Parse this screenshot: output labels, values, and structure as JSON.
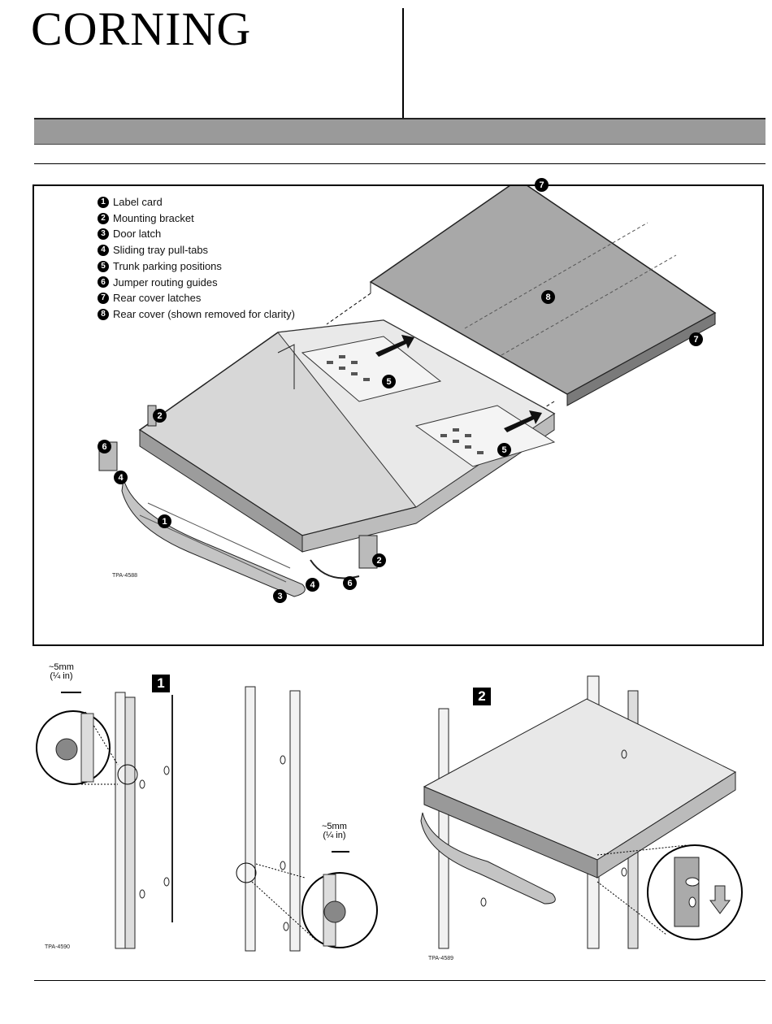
{
  "header": {
    "logo_text": "CORNING"
  },
  "figure_top": {
    "legend": [
      {
        "num": "1",
        "label": "Label card"
      },
      {
        "num": "2",
        "label": "Mounting bracket"
      },
      {
        "num": "3",
        "label": "Door latch"
      },
      {
        "num": "4",
        "label": "Sliding tray pull-tabs"
      },
      {
        "num": "5",
        "label": "Trunk parking positions"
      },
      {
        "num": "6",
        "label": "Jumper routing guides"
      },
      {
        "num": "7",
        "label": "Rear cover latches"
      },
      {
        "num": "8",
        "label": "Rear cover (shown removed for clarity)"
      }
    ],
    "tpa_label": "TPA-4588"
  },
  "figure_bottom": {
    "step1_badge": "1",
    "step2_badge": "2",
    "measurement_mm": "~5mm",
    "measurement_in": "(¼ in)",
    "tpa_left": "TPA-4590",
    "tpa_right": "TPA-4589"
  },
  "colors": {
    "header_bar": "#9a9a9a",
    "cover_fill": "#a8a8a8"
  }
}
